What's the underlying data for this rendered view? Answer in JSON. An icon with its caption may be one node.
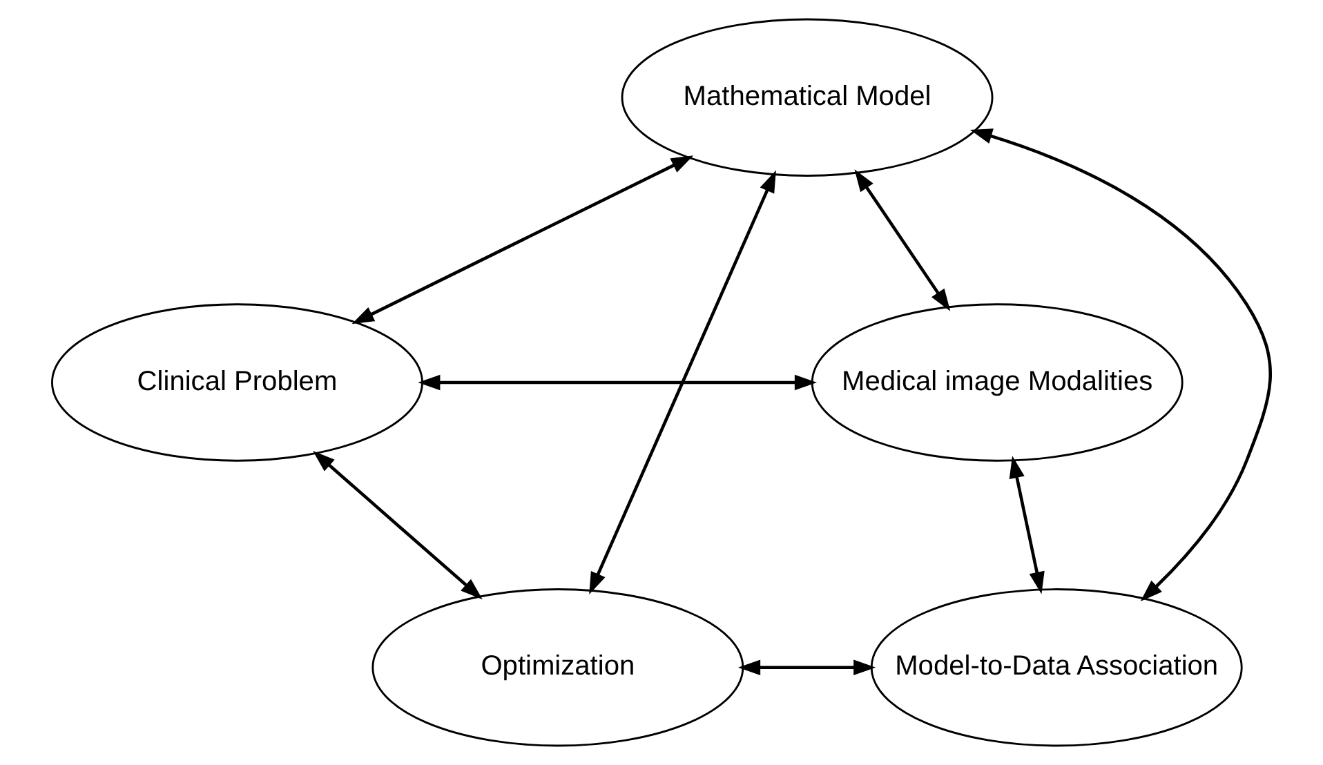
{
  "diagram": {
    "nodes": [
      {
        "text": [
          "Mathematical Model"
        ]
      },
      {
        "text": [
          "Clinical Problem"
        ]
      },
      {
        "text": [
          "Medical image Modalities"
        ]
      },
      {
        "text": [
          "Optimization"
        ]
      },
      {
        "text": [
          "Model-to-Data Association"
        ]
      }
    ],
    "edges": [
      {
        "from": 3,
        "to": 0,
        "arrow": "both"
      },
      {
        "from": 4,
        "to": 0,
        "arrow": "both"
      },
      {
        "from": 0,
        "to": 1,
        "arrow": "both"
      },
      {
        "from": 0,
        "to": 2,
        "arrow": "both"
      },
      {
        "from": 1,
        "to": 2,
        "arrow": "both"
      },
      {
        "from": 1,
        "to": 3,
        "arrow": "both"
      },
      {
        "from": 2,
        "to": 4,
        "arrow": "both"
      },
      {
        "from": 3,
        "to": 4,
        "arrow": "both"
      }
    ]
  }
}
